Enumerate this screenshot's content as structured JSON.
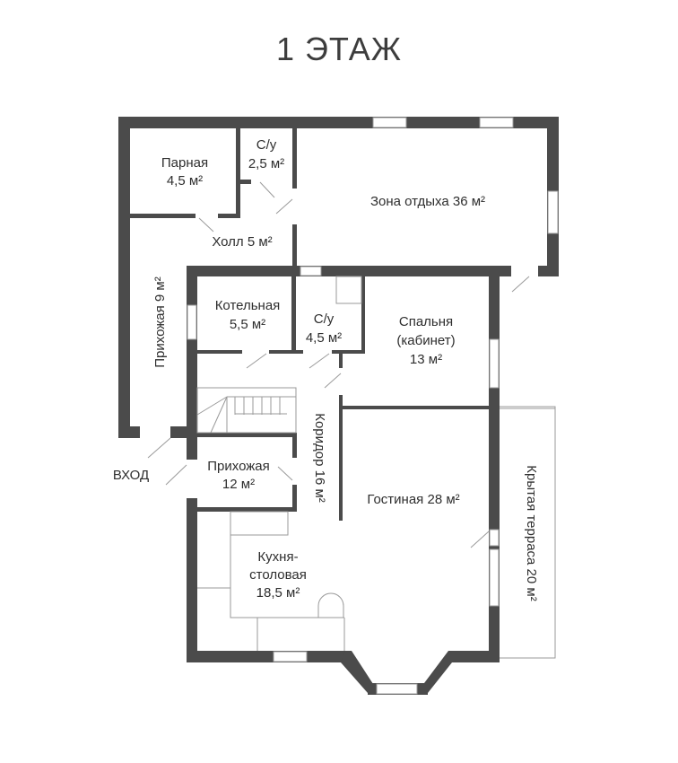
{
  "title": "1 ЭТАЖ",
  "rooms": {
    "parnaya": {
      "name": "Парная",
      "area": "4,5 м²"
    },
    "su1": {
      "name": "С/у",
      "area": "2,5 м²"
    },
    "zona": {
      "label": "Зона отдыха 36 м²"
    },
    "holl": {
      "label": "Холл 5 м²"
    },
    "prihozhaya9": {
      "label": "Прихожая 9 м²"
    },
    "kotelnaya": {
      "name": "Котельная",
      "area": "5,5 м²"
    },
    "su2": {
      "name": "С/у",
      "area": "4,5 м²"
    },
    "spalnya": {
      "name": "Спальня",
      "sub": "(кабинет)",
      "area": "13 м²"
    },
    "koridor": {
      "label": "Коридор 16 м²"
    },
    "prihozhaya12": {
      "name": "Прихожая",
      "area": "12 м²"
    },
    "gostinaya": {
      "label": "Гостиная 28 м²"
    },
    "kuhnya": {
      "name1": "Кухня-",
      "name2": "столовая",
      "area": "18,5 м²"
    },
    "terrasa": {
      "label": "Крытая терраса 20 м²"
    }
  },
  "entrance": "ВХОД"
}
